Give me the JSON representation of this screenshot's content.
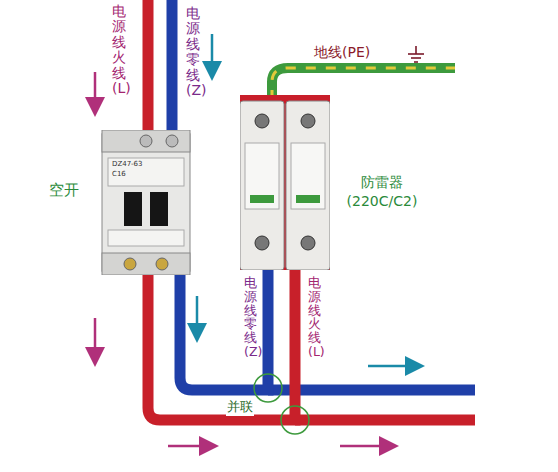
{
  "diagram": {
    "nodes": [
      {
        "text": [
          "空开"
        ]
      },
      {
        "text": [
          "防雷器 (220C/C2)"
        ]
      }
    ],
    "edges": [
      {
        "from": 0,
        "to": 1,
        "arrow": "none"
      },
      {
        "from": 0,
        "to": 1,
        "arrow": "none"
      }
    ],
    "labels": [
      "电源线火线(L)",
      "电源线零线(Z)",
      "地线(PE)",
      "电源线零线(Z)",
      "电源线火线(L)",
      "并联",
      "DZ47-63",
      "C16"
    ]
  }
}
